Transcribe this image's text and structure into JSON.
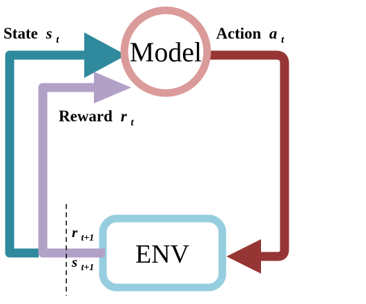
{
  "nodes": {
    "model": {
      "label": "Model",
      "ring_color": "#db9b9a"
    },
    "env": {
      "label": "ENV",
      "border_color": "#96cedf"
    }
  },
  "edges": {
    "state": {
      "label": "State",
      "symbol": "s",
      "subscript": "t",
      "color": "#2e8a9c"
    },
    "action": {
      "label": "Action",
      "symbol": "a",
      "subscript": "t",
      "color": "#953634"
    },
    "reward": {
      "label": "Reward",
      "symbol": "r",
      "subscript": "t",
      "color": "#b2a1c7"
    }
  },
  "next_step": {
    "reward": {
      "symbol": "r",
      "subscript": "t+1"
    },
    "state": {
      "symbol": "s",
      "subscript": "t+1"
    },
    "divider_color": "#000000"
  }
}
